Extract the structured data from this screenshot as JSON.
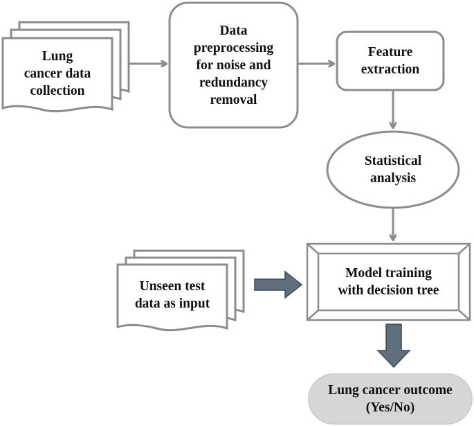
{
  "nodes": {
    "data_collection": "Lung\ncancer data\ncollection",
    "preprocessing": "Data\npreprocessing\nfor noise and\nredundancy\nremoval",
    "feature_extraction": "Feature\nextraction",
    "statistical_analysis": "Statistical\nanalysis",
    "unseen_test_data": "Unseen test\ndata as input",
    "model_training": "Model training\nwith decision tree",
    "outcome": "Lung cancer outcome\n(Yes/No)"
  },
  "colors": {
    "stroke": "#8c8c8c",
    "block_arrow_fill": "#5f6f7b",
    "block_arrow_stroke": "#3c4a55",
    "outcome_fill": "#d6d6d6",
    "text": "#111111"
  }
}
